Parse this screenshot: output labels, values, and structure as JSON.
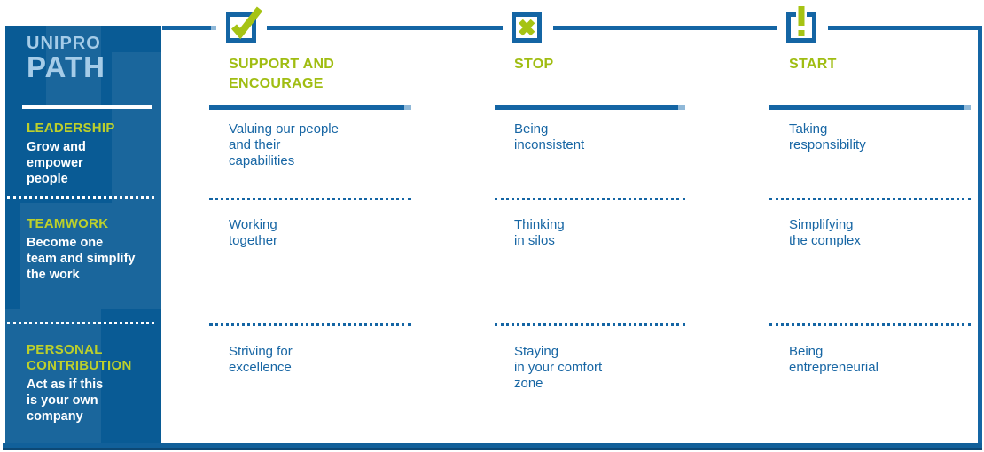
{
  "palette": {
    "accent_blue": "#1465a4",
    "light_blue_tip": "#8fb8d8",
    "sidebar_background": "#095b95",
    "brand_light_blue": "#a5cce8",
    "sidebar_green": "#bdd02b",
    "column_green": "#a0bd12",
    "body_text_blue": "#1766a4",
    "bottom_bar_blue": "#11609a",
    "white": "#ffffff"
  },
  "sidebar": {
    "brand_line1": "UNIPRO",
    "brand_line2": "PATH",
    "sections": [
      {
        "title": "LEADERSHIP",
        "description": "Grow and\nempower\npeople"
      },
      {
        "title": "TEAMWORK",
        "description": "Become one\nteam and simplify\nthe work"
      },
      {
        "title": "PERSONAL\nCONTRIBUTION",
        "description": "Act as if this\nis your own\ncompany"
      }
    ]
  },
  "columns": [
    {
      "icon": "checkbox-checked-icon",
      "header": "SUPPORT AND\nENCOURAGE",
      "items": [
        "Valuing our people\nand their\ncapabilities",
        "Working\ntogether",
        "Striving for\nexcellence"
      ]
    },
    {
      "icon": "checkbox-x-icon",
      "header": "STOP",
      "items": [
        "Being\ninconsistent",
        "Thinking\nin silos",
        "Staying\nin your comfort\nzone"
      ]
    },
    {
      "icon": "exclamation-box-icon",
      "header": "START",
      "items": [
        "Taking\nresponsibility",
        "Simplifying\nthe complex",
        "Being\nentrepreneurial"
      ]
    }
  ]
}
